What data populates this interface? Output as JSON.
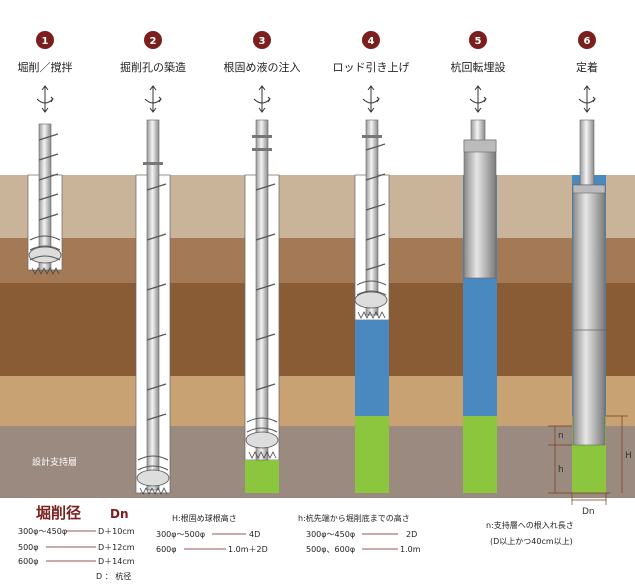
{
  "steps": [
    {
      "num": "1",
      "label": "堀削／撹拌"
    },
    {
      "num": "2",
      "label": "掘削孔の築造"
    },
    {
      "num": "3",
      "label": "根固め液の注入"
    },
    {
      "num": "4",
      "label": "ロッド引き上げ"
    },
    {
      "num": "5",
      "label": "杭回転埋設"
    },
    {
      "num": "6",
      "label": "定着"
    }
  ],
  "layer_label": "設計支持層",
  "dims": {
    "n1": "n",
    "h": "h",
    "H": "H",
    "Dn": "Dn"
  },
  "legend": {
    "title": "堀削径",
    "dn": "Dn",
    "rows": [
      {
        "dia": "300φ～450φ",
        "val": "D＋10cm"
      },
      {
        "dia": "500φ",
        "val": "D＋12cm"
      },
      {
        "dia": "600φ",
        "val": "D＋14cm"
      }
    ],
    "d_note": "D ： 杭径",
    "h_title": "H:根固め球根高さ",
    "h_rows": [
      {
        "dia": "300φ～500φ",
        "val": "4D"
      },
      {
        "dia": "600φ",
        "val": "1.0m＋2D"
      }
    ],
    "hh_title": "h:杭先端から堀削底までの高さ",
    "hh_rows": [
      {
        "dia": "300φ～450φ",
        "val": "2D"
      },
      {
        "dia": "500φ、600φ",
        "val": "1.0m"
      }
    ],
    "n_title": "n:支持層への根入れ長さ",
    "n_note": "(D以上かつ40cm以上)"
  },
  "colors": {
    "badge": "#7a1e1e",
    "blue": "#4a88c0",
    "green": "#8cc63f",
    "soil1": "#c9b49a",
    "soil2": "#a37a55",
    "soil3": "#8a5c36",
    "soil4": "#c9a274",
    "soil5": "#9a8a80"
  }
}
